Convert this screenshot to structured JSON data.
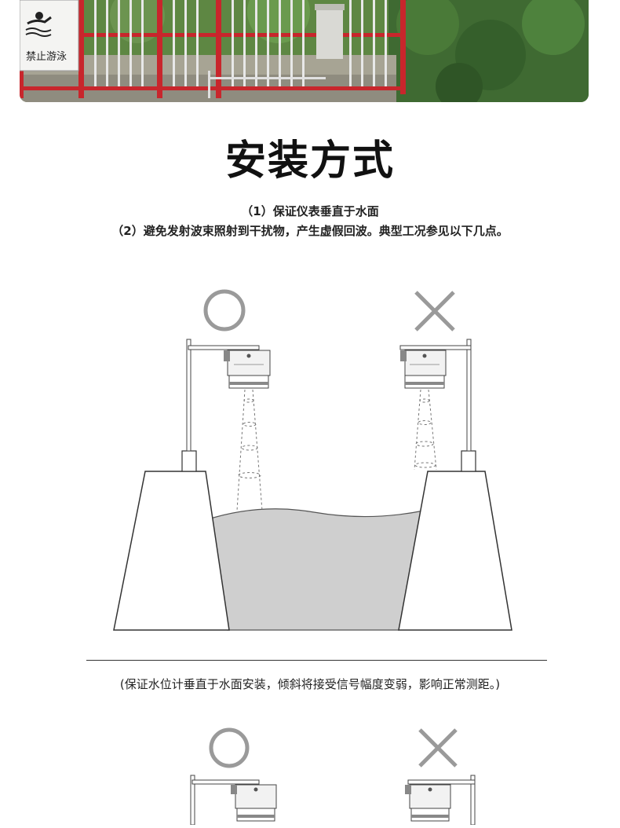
{
  "photo": {
    "sign_text": "禁止游泳",
    "colors": {
      "railing": "#c8262c",
      "grass": "#4d7a3a",
      "concrete": "#a7a494"
    }
  },
  "section": {
    "title": "安装方式",
    "line1": "（1）保证仪表垂直于水面",
    "line2": "（2）避免发射波束照射到干扰物，产生虚假回波。典型工况参见以下几点。"
  },
  "diagram": {
    "correct_icon": "circle-correct-icon",
    "wrong_icon": "cross-wrong-icon",
    "colors": {
      "symbol": "#9a9a9a",
      "water": "#cfcfcf",
      "line": "#333333"
    }
  },
  "caption": "(保证水位计垂直于水面安装，倾斜将接受信号幅度变弱，影响正常测距。)"
}
